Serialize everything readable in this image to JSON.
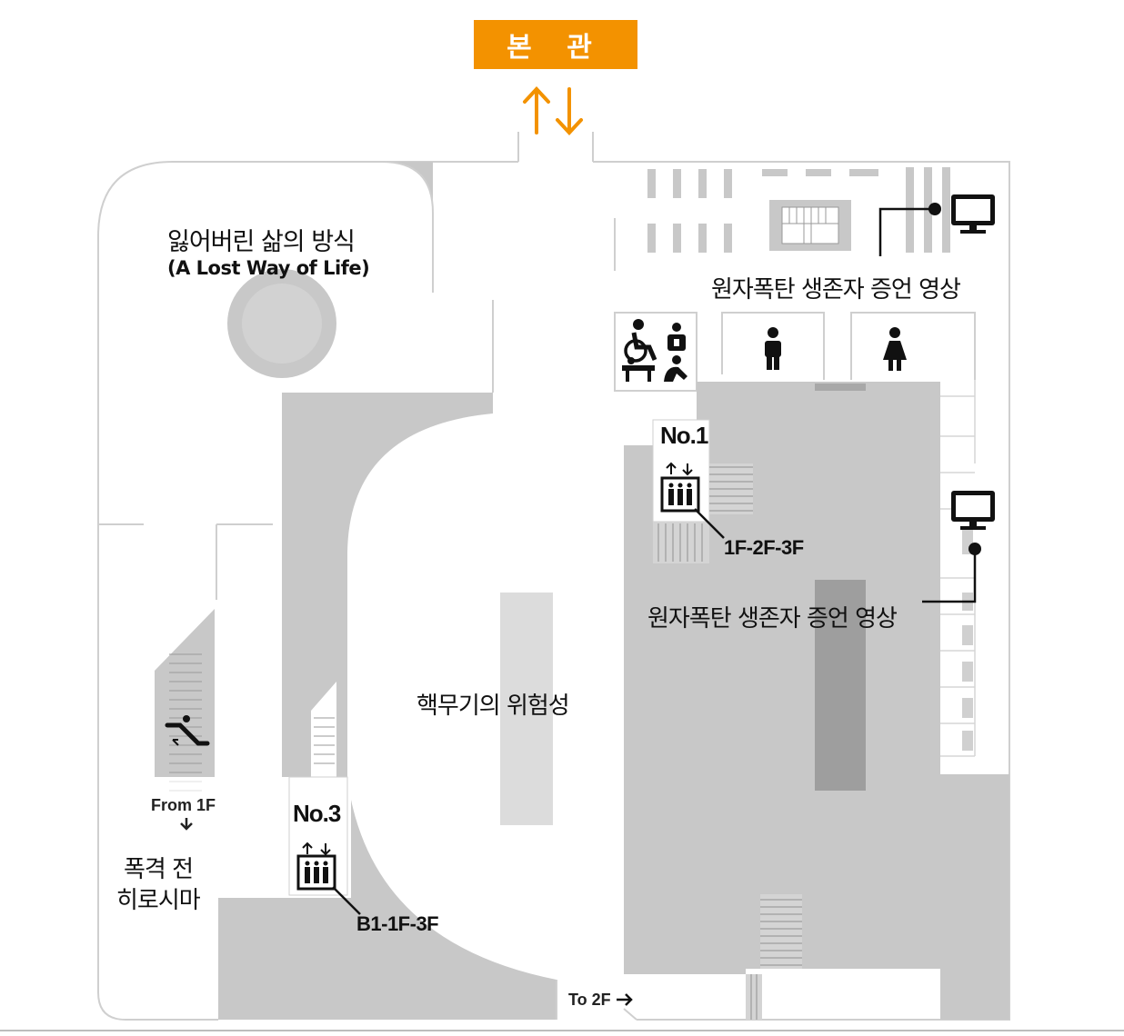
{
  "banner": {
    "label": "본 관",
    "color": "#f39200"
  },
  "exhibits": {
    "lost_way": {
      "title_ko": "잃어버린 삶의 방식",
      "title_en": "(A Lost Way of Life)"
    },
    "testimony_top": "원자폭탄 생존자 증언 영상",
    "testimony_mid": "원자폭탄 생존자 증언 영상",
    "nuclear_danger": "핵무기의 위험성",
    "pre_bombing": {
      "line1": "폭격 전",
      "line2": "히로시마"
    }
  },
  "elevators": {
    "no1": {
      "label": "No.1",
      "floors": "1F-2F-3F"
    },
    "no3": {
      "label": "No.3",
      "floors": "B1-1F-3F"
    }
  },
  "escalator": {
    "label": "From 1F"
  },
  "stairs": {
    "label": "To 2F"
  },
  "icons": {
    "accessible": "wheelchair-icon",
    "ostomy": "ostomate-icon",
    "diaper": "baby-changing-icon",
    "nursing": "nursing-room-icon",
    "men": "mens-restroom-icon",
    "women": "womens-restroom-icon",
    "monitor": "video-monitor-icon",
    "elevator": "elevator-icon",
    "escalator": "escalator-icon"
  },
  "colors": {
    "wall": "#c8c8c8",
    "dark_wall": "#999999",
    "floor": "#ffffff",
    "accent": "#f39200"
  }
}
